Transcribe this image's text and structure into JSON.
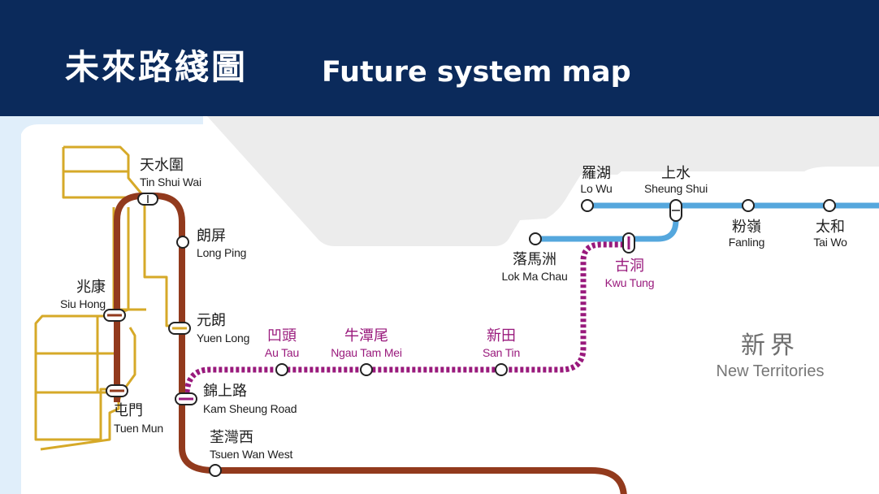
{
  "header": {
    "title_zh": "未來路綫圖",
    "title_en": "Future system map"
  },
  "colors": {
    "header_bg": "#0b2a5b",
    "tuen_ma_line": "#923a1d",
    "east_rail_line": "#55a7dd",
    "northern_link": "#99197c",
    "light_rail": "#d6a928",
    "land": "#ececec",
    "sea": "#e0eefa"
  },
  "stations": {
    "tin_shui_wai": {
      "zh": "天水圍",
      "en": "Tin Shui Wai"
    },
    "long_ping": {
      "zh": "朗屏",
      "en": "Long Ping"
    },
    "siu_hong": {
      "zh": "兆康",
      "en": "Siu Hong"
    },
    "yuen_long": {
      "zh": "元朗",
      "en": "Yuen Long"
    },
    "kam_sheung_road": {
      "zh": "錦上路",
      "en": "Kam Sheung Road"
    },
    "tuen_mun": {
      "zh": "屯門",
      "en": "Tuen Mun"
    },
    "tsuen_wan_west": {
      "zh": "荃灣西",
      "en": "Tsuen Wan West"
    },
    "au_tau": {
      "zh": "凹頭",
      "en": "Au Tau"
    },
    "ngau_tam_mei": {
      "zh": "牛潭尾",
      "en": "Ngau Tam Mei"
    },
    "san_tin": {
      "zh": "新田",
      "en": "San Tin"
    },
    "lo_wu": {
      "zh": "羅湖",
      "en": "Lo Wu"
    },
    "sheung_shui": {
      "zh": "上水",
      "en": "Sheung Shui"
    },
    "fanling": {
      "zh": "粉嶺",
      "en": "Fanling"
    },
    "tai_wo": {
      "zh": "太和",
      "en": "Tai Wo"
    },
    "lok_ma_chau": {
      "zh": "落馬洲",
      "en": "Lok Ma Chau"
    },
    "kwu_tung": {
      "zh": "古洞",
      "en": "Kwu Tung"
    }
  },
  "region": {
    "zh": "新界",
    "en": "New Territories"
  }
}
